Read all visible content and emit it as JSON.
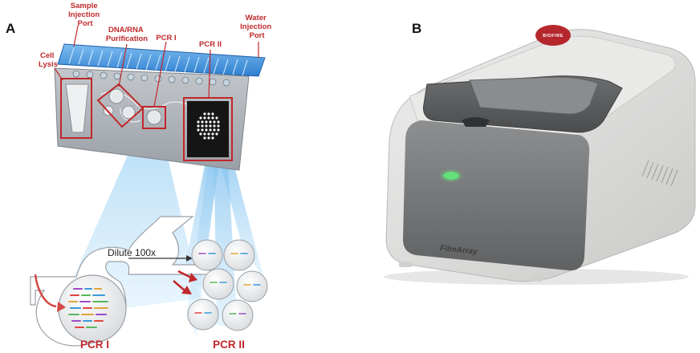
{
  "panels": {
    "a": {
      "letter": "A",
      "labels": {
        "sample_injection_port": [
          "Sample",
          "Injection",
          "Port"
        ],
        "dna_rna_purification": [
          "DNA/RNA",
          "Purification"
        ],
        "pcr1_callout": "PCR I",
        "pcr2_callout": "PCR II",
        "water_injection_port": [
          "Water",
          "Injection",
          "Port"
        ],
        "cell_lysis": [
          "Cell",
          "Lysis"
        ],
        "dilute": "Dilute 100x",
        "pcr1_bottom": "PCR I",
        "pcr2_bottom": "PCR II"
      }
    },
    "b": {
      "letter": "B",
      "device_brand": "FilmArray",
      "logo_text": "BIOFIRE"
    }
  },
  "colors": {
    "accent_red": "#c0282b",
    "port_blue": "#3d8fd8",
    "pouch_gray": "#a9adb3",
    "beam_blue": "#9fd0f2",
    "status_led": "#63e07a"
  }
}
